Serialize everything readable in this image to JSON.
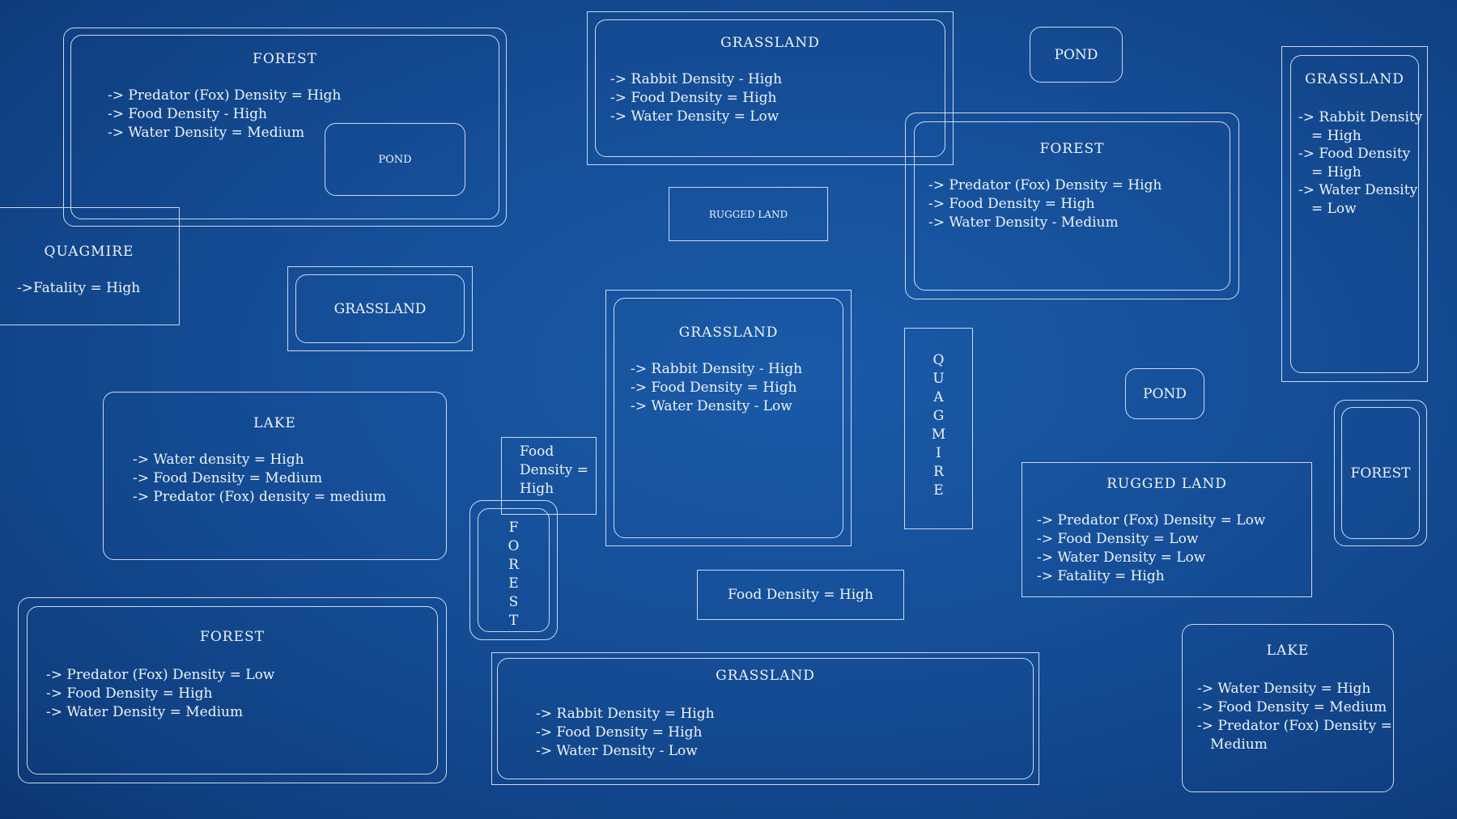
{
  "map": {
    "zones": {
      "forest_top_left": {
        "title": "FOREST",
        "lines": [
          "-> Predator (Fox) Density = High",
          "-> Food Density - High",
          "-> Water Density = Medium"
        ]
      },
      "pond_inner": {
        "title": "POND"
      },
      "quagmire_left": {
        "title": "QUAGMIRE",
        "lines": [
          "->Fatality = High"
        ]
      },
      "grassland_small": {
        "title": "GRASSLAND"
      },
      "grassland_top": {
        "title": "GRASSLAND",
        "lines": [
          "-> Rabbit Density - High",
          "-> Food Density = High",
          "-> Water Density = Low"
        ]
      },
      "pond_top": {
        "title": "POND"
      },
      "rugged_small": {
        "title": "RUGGED LAND"
      },
      "forest_right": {
        "title": "FOREST",
        "lines": [
          "-> Predator (Fox) Density = High",
          "-> Food Density = High",
          "-> Water Density - Medium"
        ]
      },
      "grassland_far_right": {
        "title": "GRASSLAND",
        "lines": [
          "-> Rabbit Density",
          "= High",
          "-> Food Density",
          "= High",
          "-> Water Density",
          "= Low"
        ]
      },
      "grassland_center": {
        "title": "GRASSLAND",
        "lines": [
          "-> Rabbit Density - High",
          "-> Food Density = High",
          "-> Water Density - Low"
        ]
      },
      "quagmire_vertical": {
        "letters": [
          "Q",
          "U",
          "A",
          "G",
          "M",
          "I",
          "R",
          "E"
        ]
      },
      "pond_right": {
        "title": "POND"
      },
      "lake_left": {
        "title": "LAKE",
        "lines": [
          "-> Water density = High",
          "-> Food Density = Medium",
          "-> Predator (Fox) density = medium"
        ]
      },
      "food_density_box": {
        "lines": [
          "Food",
          "Density =",
          "High"
        ]
      },
      "forest_vertical": {
        "letters": [
          "F",
          "O",
          "R",
          "E",
          "S",
          "T"
        ]
      },
      "rugged_right": {
        "title": "RUGGED LAND",
        "lines": [
          "-> Predator (Fox) Density = Low",
          "-> Food Density = Low",
          "-> Water Density = Low",
          "-> Fatality = High"
        ]
      },
      "forest_small_right": {
        "title": "FOREST"
      },
      "food_density_wide": {
        "title": "Food Density = High"
      },
      "forest_bottom_left": {
        "title": "FOREST",
        "lines": [
          "-> Predator (Fox) Density = Low",
          "-> Food Density = High",
          "-> Water Density = Medium"
        ]
      },
      "grassland_bottom": {
        "title": "GRASSLAND",
        "lines": [
          "-> Rabbit Density = High",
          "-> Food Density = High",
          "-> Water Density - Low"
        ]
      },
      "lake_right": {
        "title": "LAKE",
        "lines": [
          "-> Water Density = High",
          "-> Food Density = Medium",
          "-> Predator (Fox) Density =",
          "Medium"
        ]
      }
    }
  }
}
